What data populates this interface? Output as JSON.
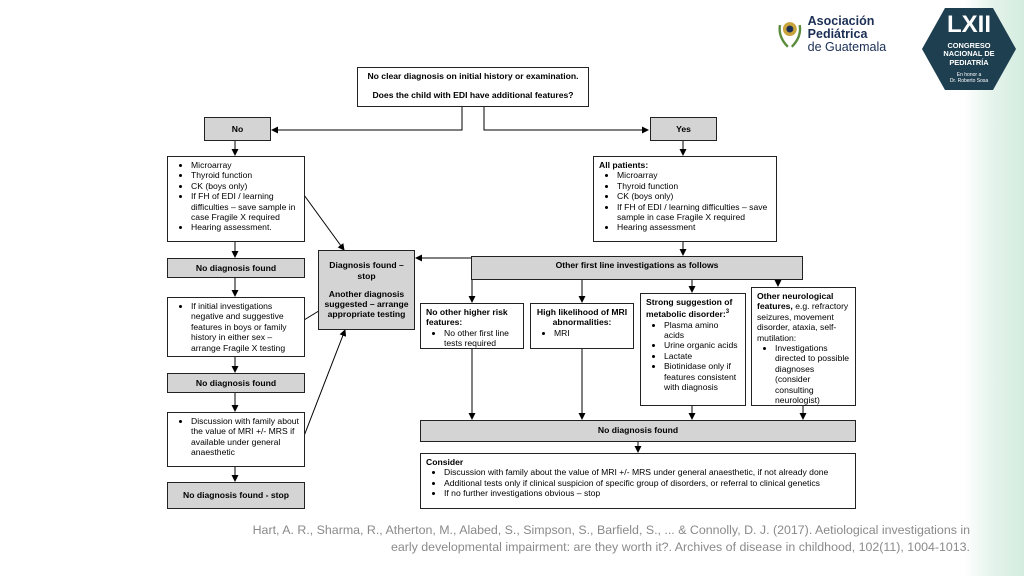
{
  "header": {
    "apg_logo": {
      "line1": "Asociación Pediátrica",
      "line2": "de Guatemala"
    },
    "congress_badge": {
      "numeral": "LXII",
      "line1": "CONGRESO",
      "line2": "NACIONAL DE",
      "line3": "PEDIATRÍA",
      "honor1": "En honor a",
      "honor2": "Dr. Roberto Sosa",
      "color": "#1e3f50"
    }
  },
  "flowchart": {
    "top": {
      "line1": "No clear diagnosis on initial history or examination.",
      "line2": "Does the child with EDI have additional features?"
    },
    "no_label": "No",
    "yes_label": "Yes",
    "left": {
      "list1": [
        "Microarray",
        "Thyroid function",
        "CK (boys only)",
        "If FH of EDI / learning difficulties – save sample in case Fragile X required",
        "Hearing assessment."
      ],
      "no_diag1": "No diagnosis found",
      "list2": [
        "If initial investigations negative and suggestive features in boys or family history in either sex – arrange Fragile X testing"
      ],
      "no_diag2": "No diagnosis found",
      "list3": [
        "Discussion with family about the value of MRI +/- MRS if available under general anaesthetic"
      ],
      "no_diag_stop": "No diagnosis found - stop"
    },
    "middle": {
      "line1": "Diagnosis found – stop",
      "line2": "Another diagnosis suggested – arrange appropriate testing"
    },
    "right": {
      "all_patients_header": "All patients:",
      "all_patients_list": [
        "Microarray",
        "Thyroid function",
        "CK (boys only)",
        "If FH of EDI / learning difficulties – save sample in case Fragile X required",
        "Hearing assessment"
      ],
      "other_first_line": "Other first line investigations as follows",
      "no_risk_header": "No other higher risk features:",
      "no_risk_list": [
        "No other first line tests required"
      ],
      "mri_header": "High likelihood of MRI abnormalities:",
      "mri_list": [
        "MRI"
      ],
      "metabolic_header": "Strong suggestion of metabolic disorder:",
      "metabolic_sup": "3",
      "metabolic_list": [
        "Plasma amino acids",
        "Urine organic acids",
        "Lactate",
        "Biotinidase only if features consistent with diagnosis"
      ],
      "neuro_header": "Other neurological features,",
      "neuro_rest": " e.g. refractory seizures, movement disorder, ataxia, self-mutilation:",
      "neuro_list": [
        "Investigations directed to possible diagnoses (consider consulting neurologist)"
      ],
      "no_diag": "No diagnosis found",
      "consider_header": "Consider",
      "consider_list": [
        "Discussion with family about the value of MRI +/- MRS under general anaesthetic, if not already done",
        "Additional tests only if clinical suspicion of specific group of disorders, or referral to clinical genetics",
        "If no further investigations obvious – stop"
      ]
    }
  },
  "citation": {
    "line1": "Hart, A. R., Sharma, R., Atherton, M., Alabed, S., Simpson, S., Barfield, S., ... & Connolly, D. J. (2017). Aetiological investigations in",
    "line2": "early developmental impairment: are they worth it?. Archives of disease in childhood, 102(11), 1004-1013."
  }
}
